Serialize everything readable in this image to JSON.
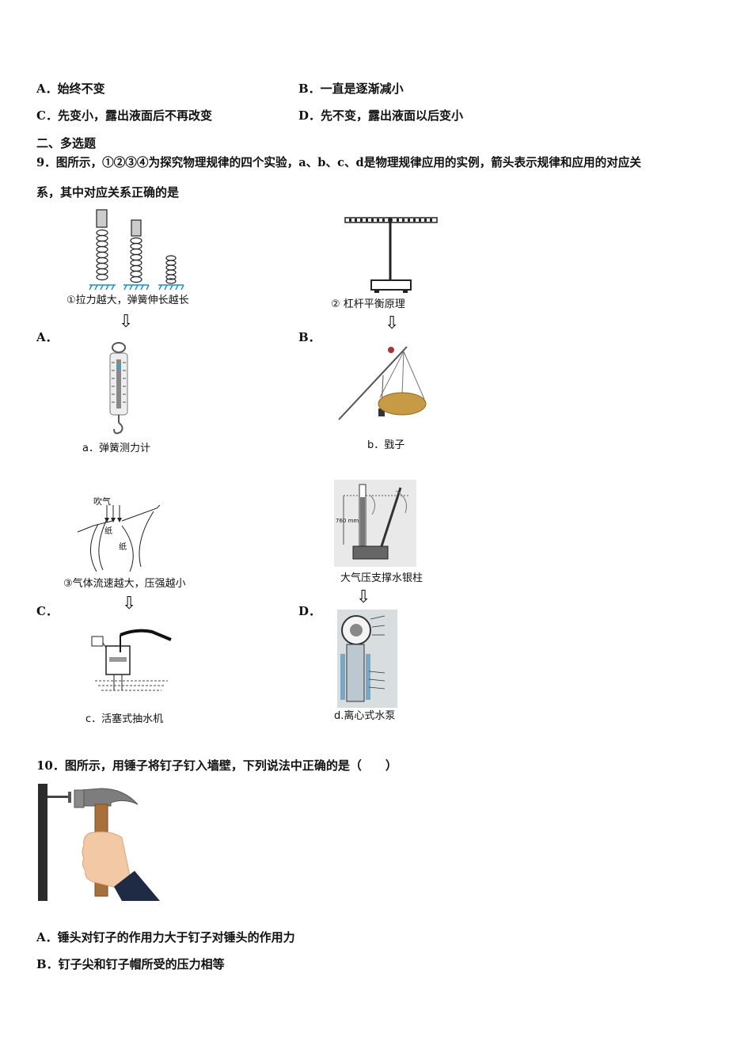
{
  "q8": {
    "optA": "A．始终不变",
    "optB": "B．一直是逐渐减小",
    "optC": "C．先变小，露出液面后不再改变",
    "optD": "D．先不变，露出液面以后变小"
  },
  "section2": "二、多选题",
  "q9": {
    "line1": "9．图所示，①②③④为探究物理规律的四个实验，a、b、c、d是物理规律应用的实例，箭头表示规律和应用的对应关",
    "line2": "系，其中对应关系正确的是",
    "labelA": "A．",
    "labelB": "B．",
    "labelC": "C．",
    "labelD": "D．",
    "exp1": "①拉力越大，弹簧伸长越长",
    "exp2": "② 杠杆平衡原理",
    "exp3": "③气体流速越大，压强越小",
    "exp4": "大气压支撑水银柱",
    "appA": "a．弹簧测力计",
    "appB": "b．戥子",
    "appC": "c．活塞式抽水机",
    "appD": "d.离心式水泵",
    "blow": "吹气",
    "paper1": "纸",
    "paper2": "纸",
    "mm760": "760 mm",
    "arrow": "⇩"
  },
  "q10": {
    "stem": "10．图所示，用锤子将钉子钉入墙壁，下列说法中正确的是（　　）",
    "optA": "A．锤头对钉子的作用力大于钉子对锤头的作用力",
    "optB": "B．钉子尖和钉子帽所受的压力相等"
  }
}
